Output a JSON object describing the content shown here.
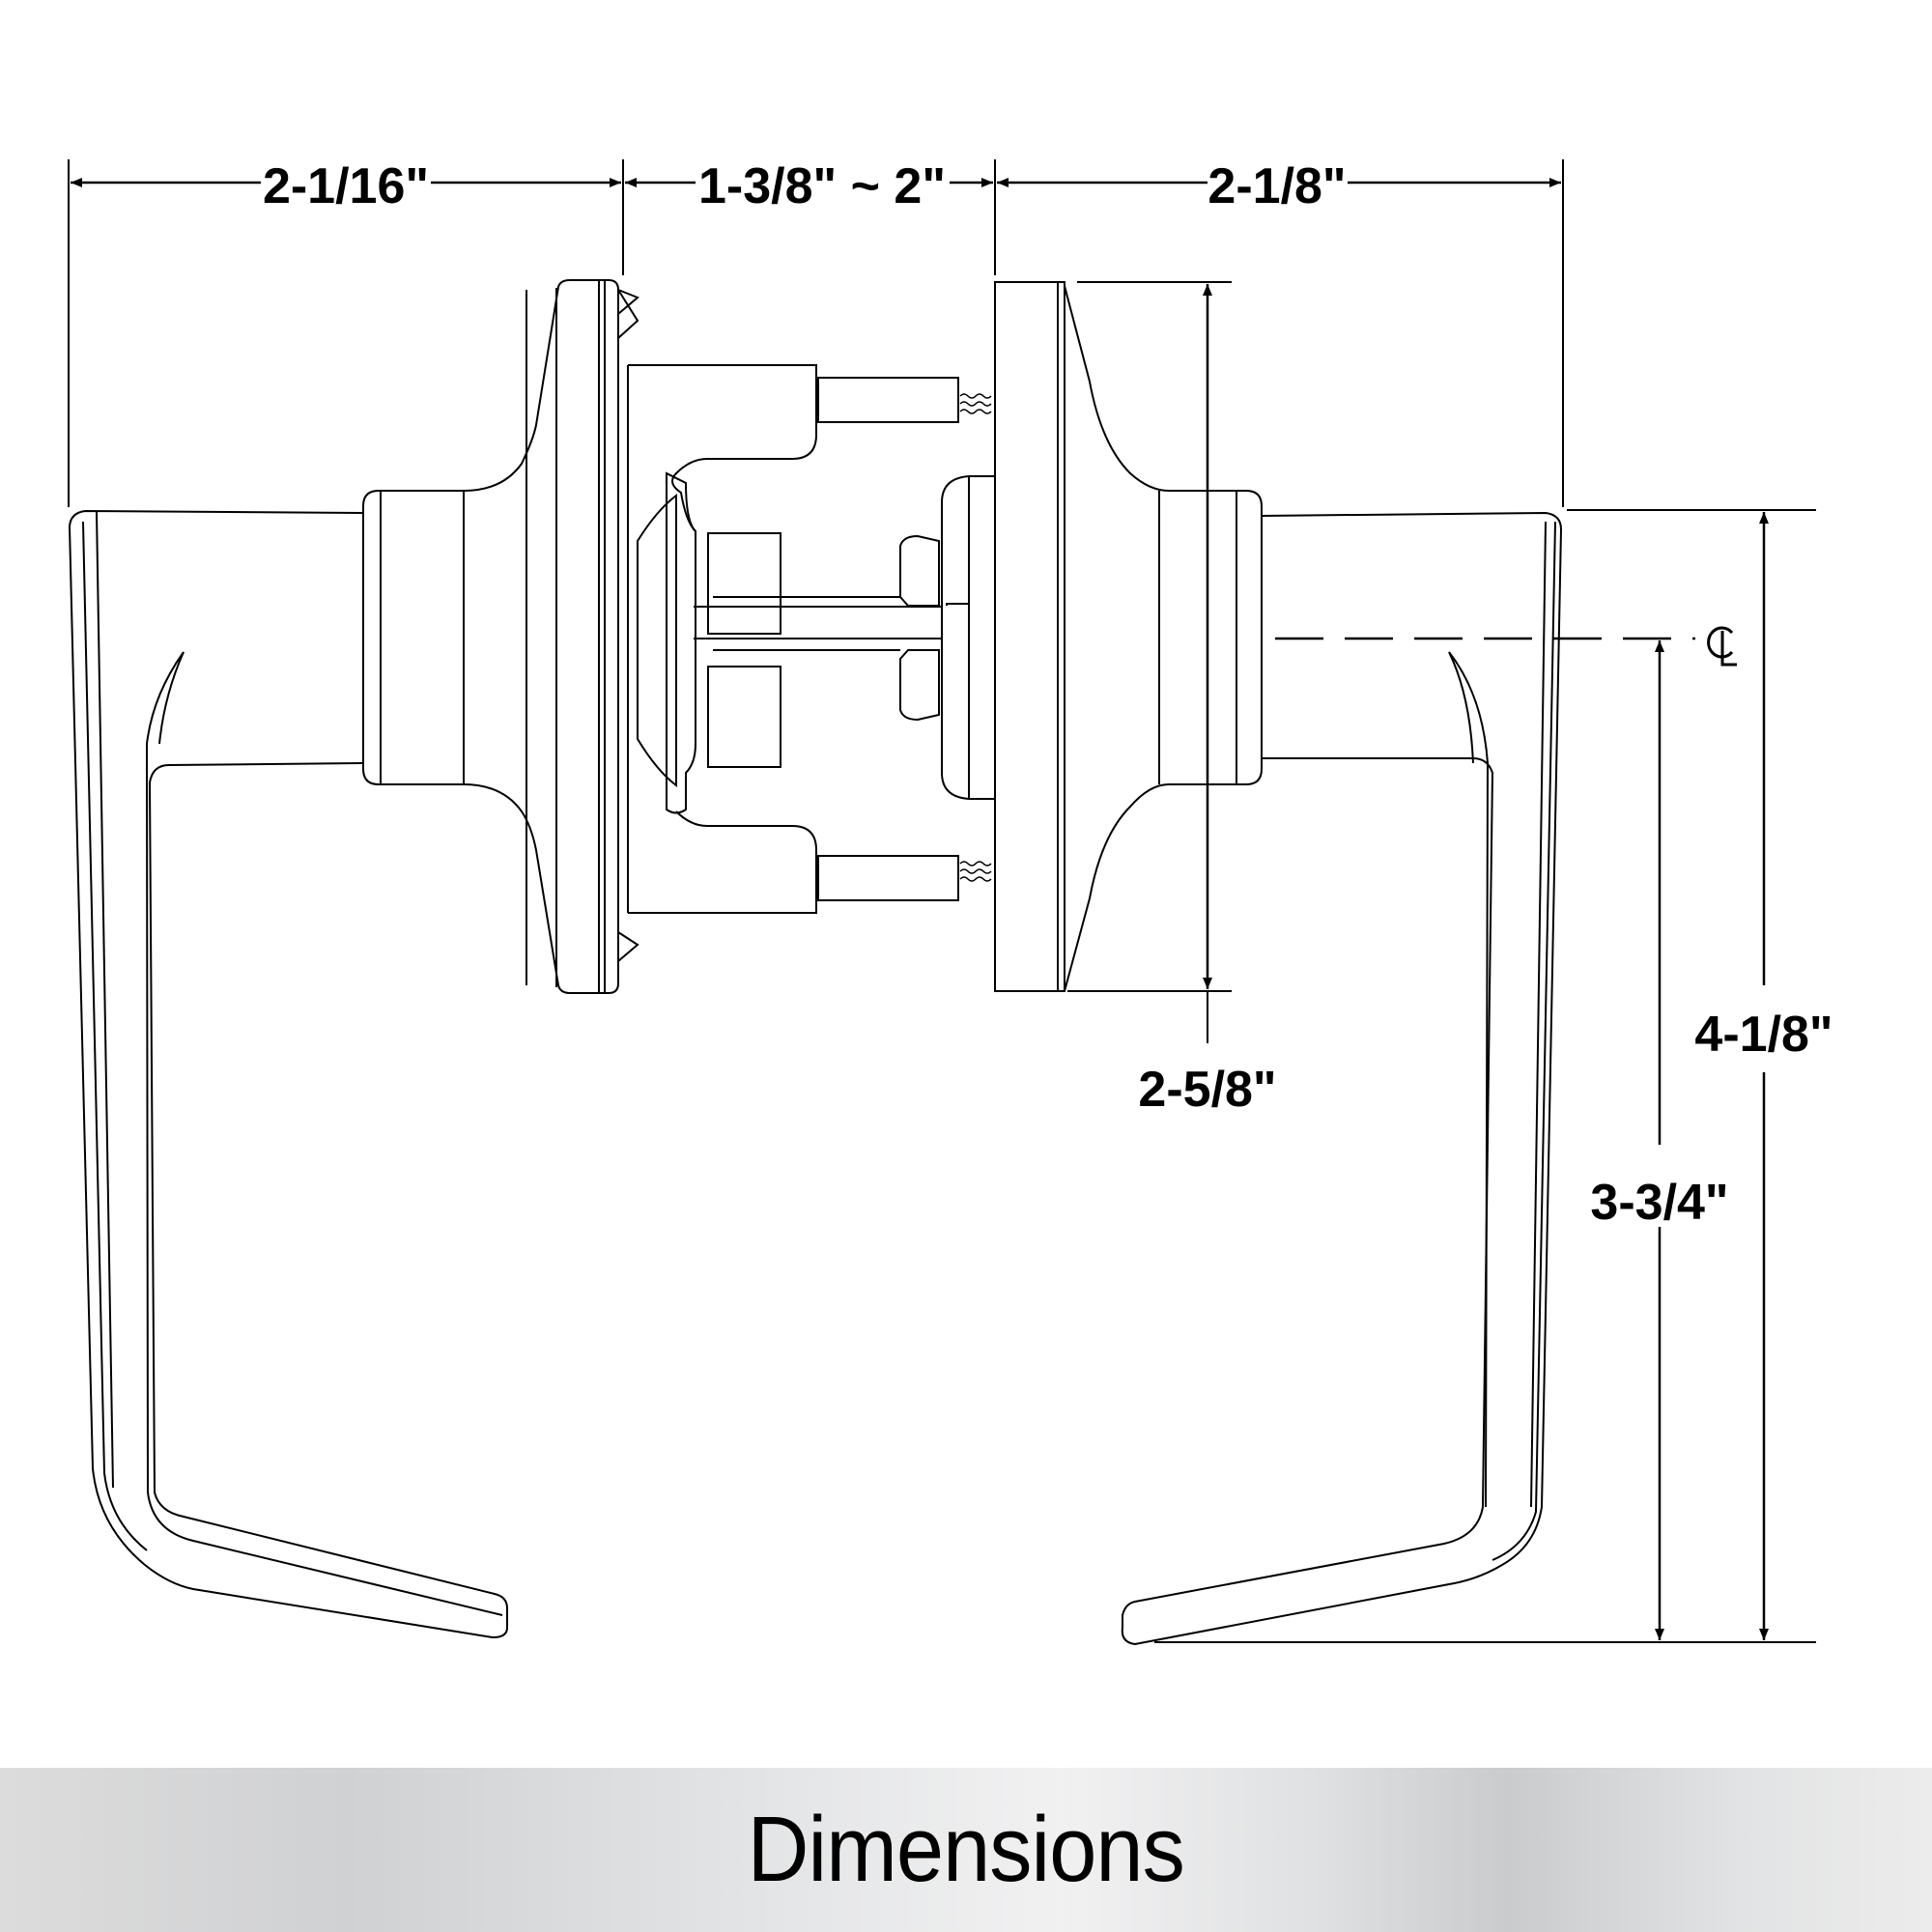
{
  "title": "Dimensions",
  "colors": {
    "line": "#000000",
    "background": "#ffffff",
    "footer_gradient_light": "#f1f1f2",
    "footer_gradient_dark": "#cacbcd"
  },
  "dimensions": {
    "left_lever_length": "2-1/16\"",
    "door_thickness": "1-3/8\" ~ 2\"",
    "right_lever_length": "2-1/8\"",
    "rose_diameter": "2-5/8\"",
    "lever_height_total": "4-1/8\"",
    "lever_drop_from_centerline": "3-3/4\""
  },
  "annotations": {
    "centerline_symbol": "CL"
  }
}
